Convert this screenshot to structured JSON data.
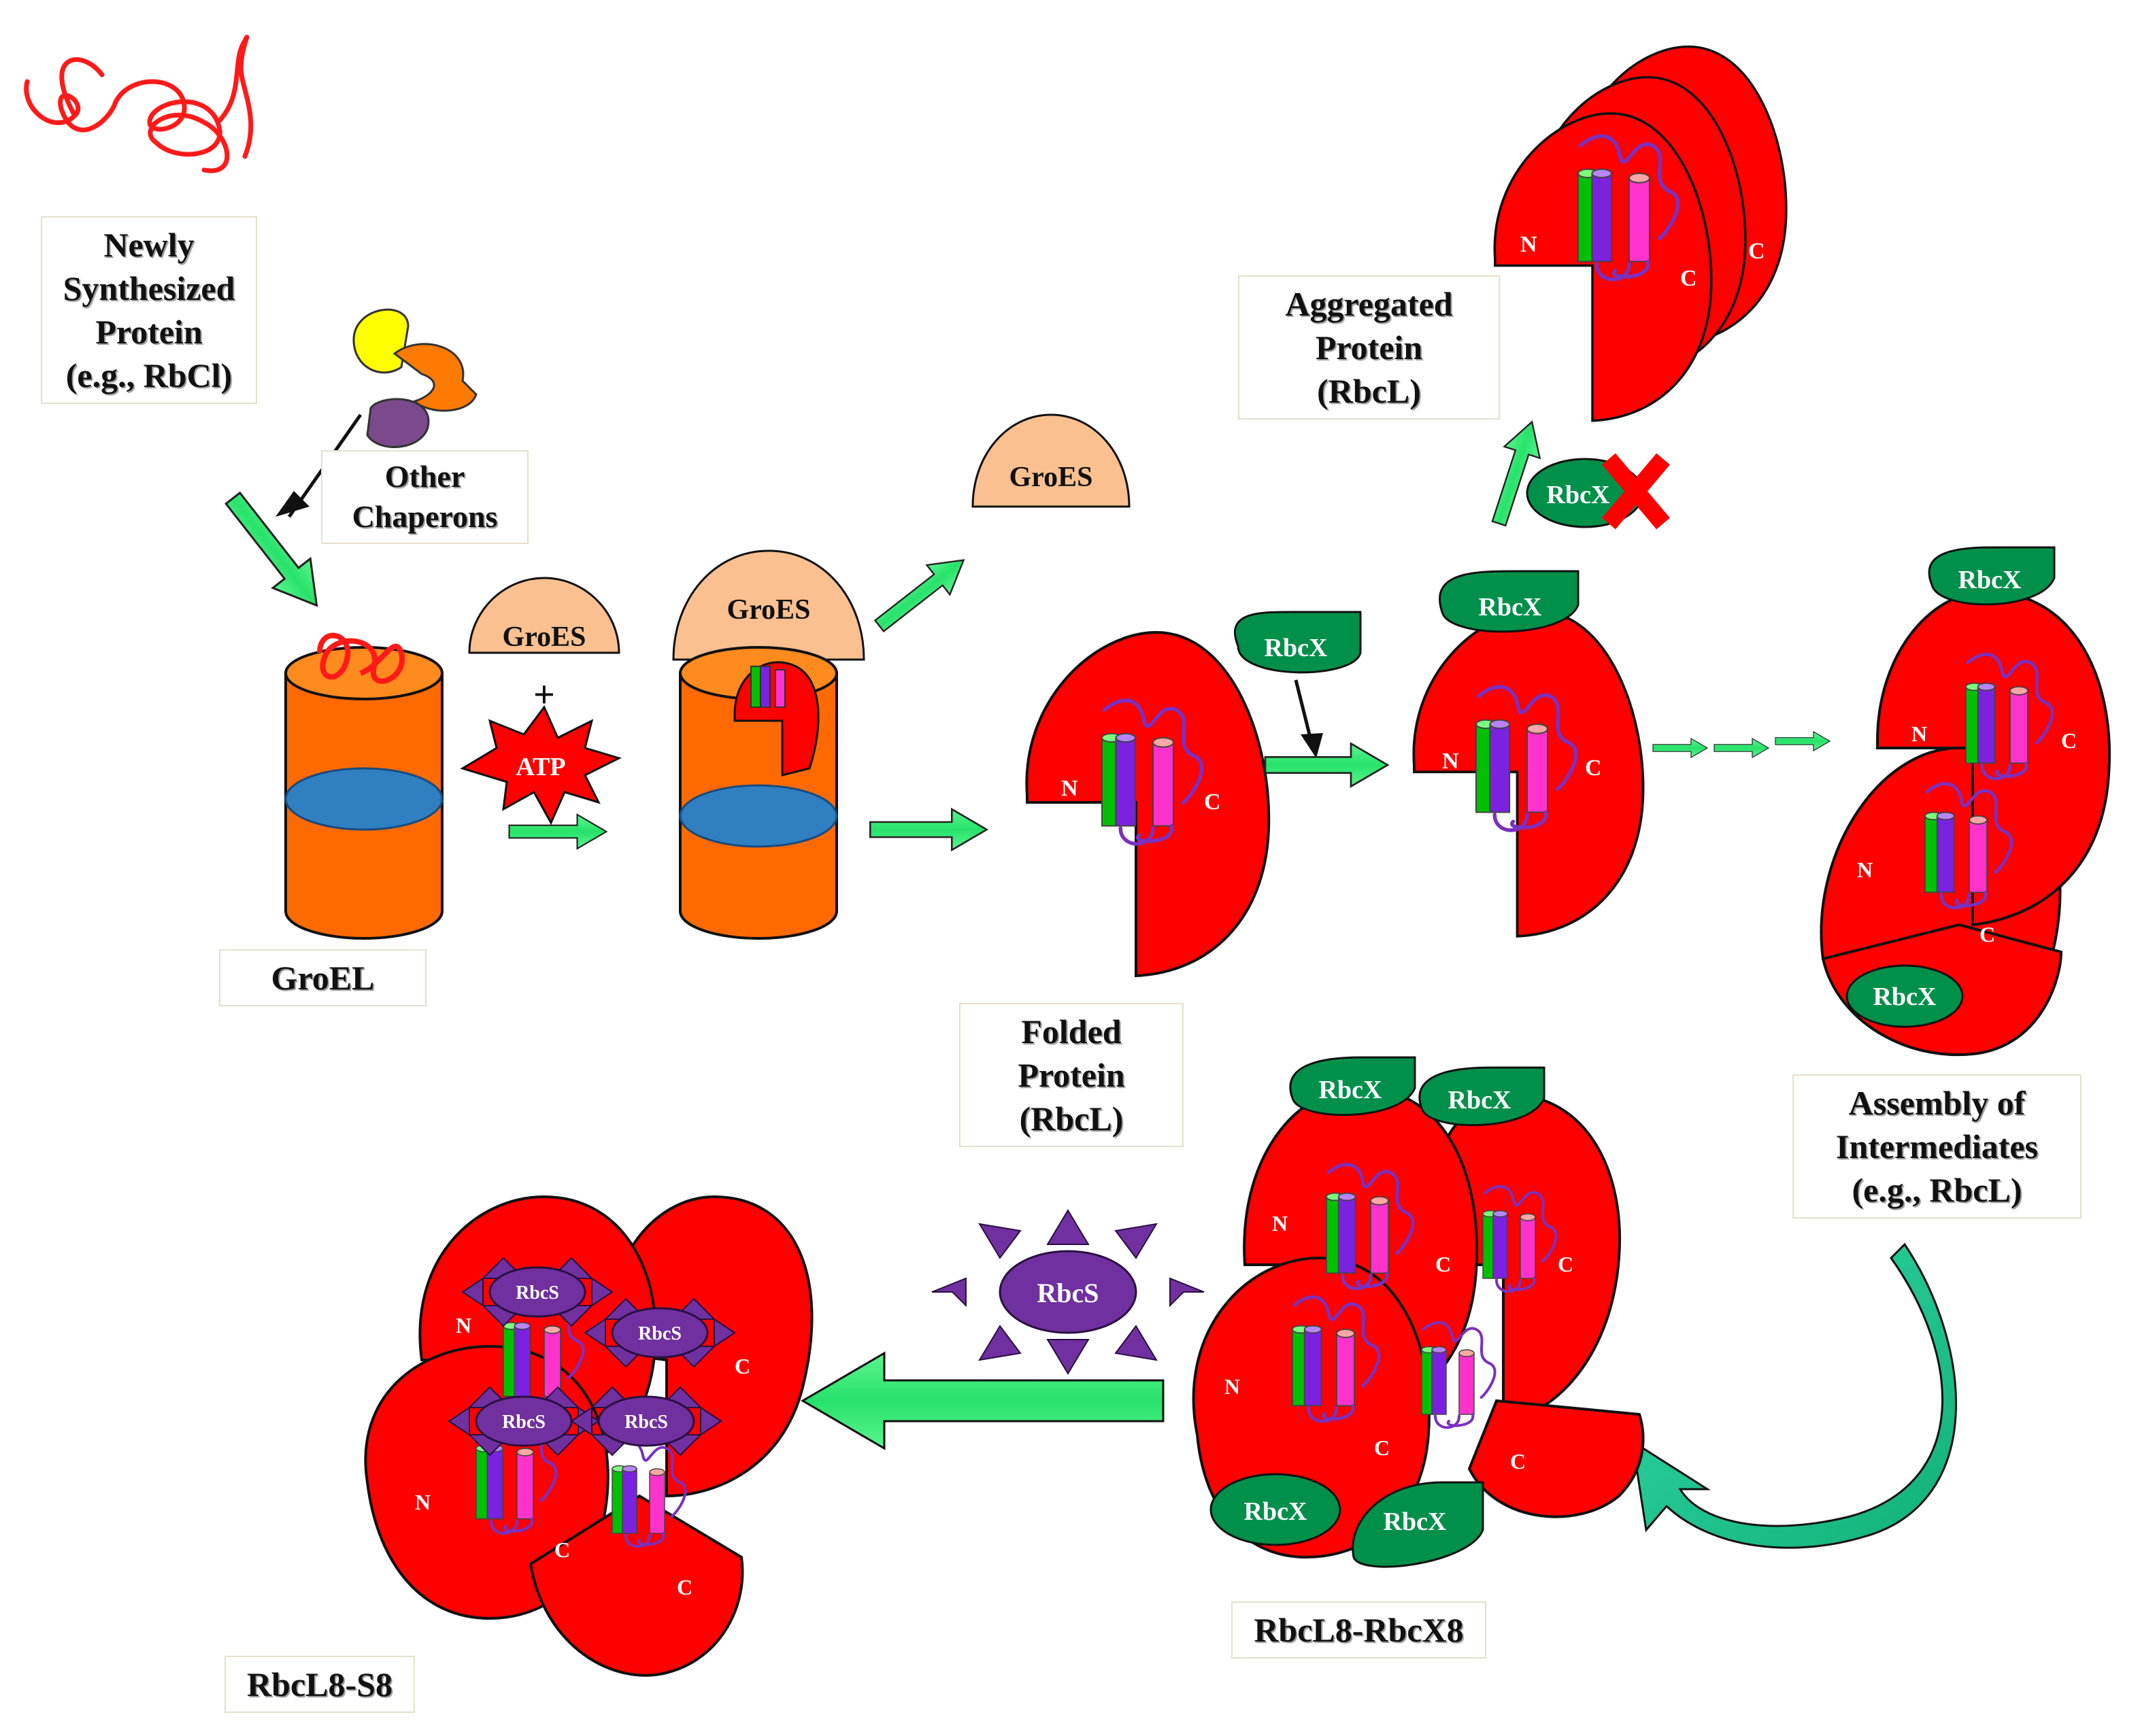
{
  "labels": {
    "newly": [
      "Newly",
      "Synthesized",
      "Protein",
      "(e.g., RbCl)"
    ],
    "other_chaperons": [
      "Other",
      "Chaperons"
    ],
    "groel": "GroEL",
    "folded": [
      "Folded Protein",
      "(RbcL)"
    ],
    "aggregated": [
      "Aggregated",
      "Protein",
      "(RbcL)"
    ],
    "assembly": [
      "Assembly of",
      "Intermediates",
      "(e.g., RbcL)"
    ],
    "rbcl8_rbcx8": "RbcL8-RbcX8",
    "rbcl8_s8": "RbcL8-S8"
  },
  "shapes": {
    "groes": "GroES",
    "plus": "+",
    "atp": "ATP",
    "rbcx": "RbcX",
    "rbcs": "RbcS",
    "n": "N",
    "c": "C"
  },
  "colors": {
    "protein_red": "#ff0000",
    "groel_orange": "#ff6a00",
    "groel_band": "#2f7fc1",
    "groes_peach": "#fac090",
    "rbcx_green": "#00904a",
    "rbcs_purple": "#7030a0",
    "arrow_green": "#3cf07a",
    "helix_green": "#00c000",
    "helix_purple": "#7a22e0",
    "helix_pink": "#ff33cc",
    "curved_arrow": "#1fc48c"
  }
}
